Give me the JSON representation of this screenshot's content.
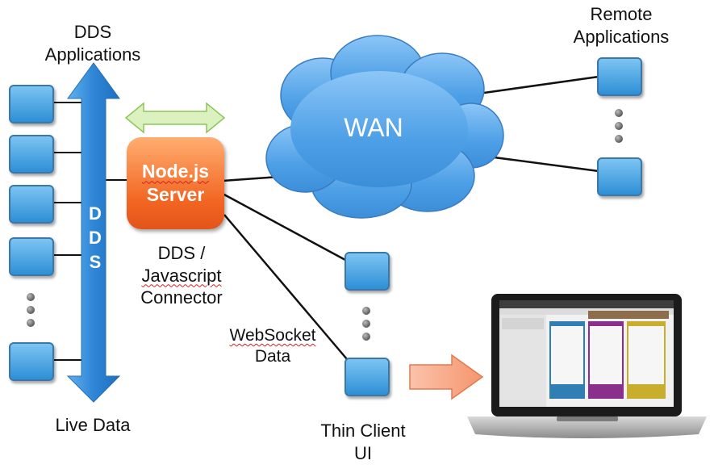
{
  "labels": {
    "dds_applications_1": "DDS",
    "dds_applications_2": "Applications",
    "remote_applications_1": "Remote",
    "remote_applications_2": "Applications",
    "wan": "WAN",
    "node_server_1": "Node.js",
    "node_server_2": "Server",
    "connector_1": "DDS /",
    "connector_2": "Javascript",
    "connector_3": "Connector",
    "websocket_1": "WebSocket",
    "websocket_2": "Data",
    "live_data": "Live Data",
    "thin_client_1": "Thin Client",
    "thin_client_2": "UI",
    "bus_letters": [
      "D",
      "D",
      "S"
    ]
  },
  "colors": {
    "bus": "#3a8fd9",
    "node_server": "#f26522",
    "cloud": "#4e9fe5",
    "app_box": "#4aa3e6",
    "bidirectional_arrow": "#d6f0b4",
    "thin_client_arrow": "#f7a98a"
  }
}
